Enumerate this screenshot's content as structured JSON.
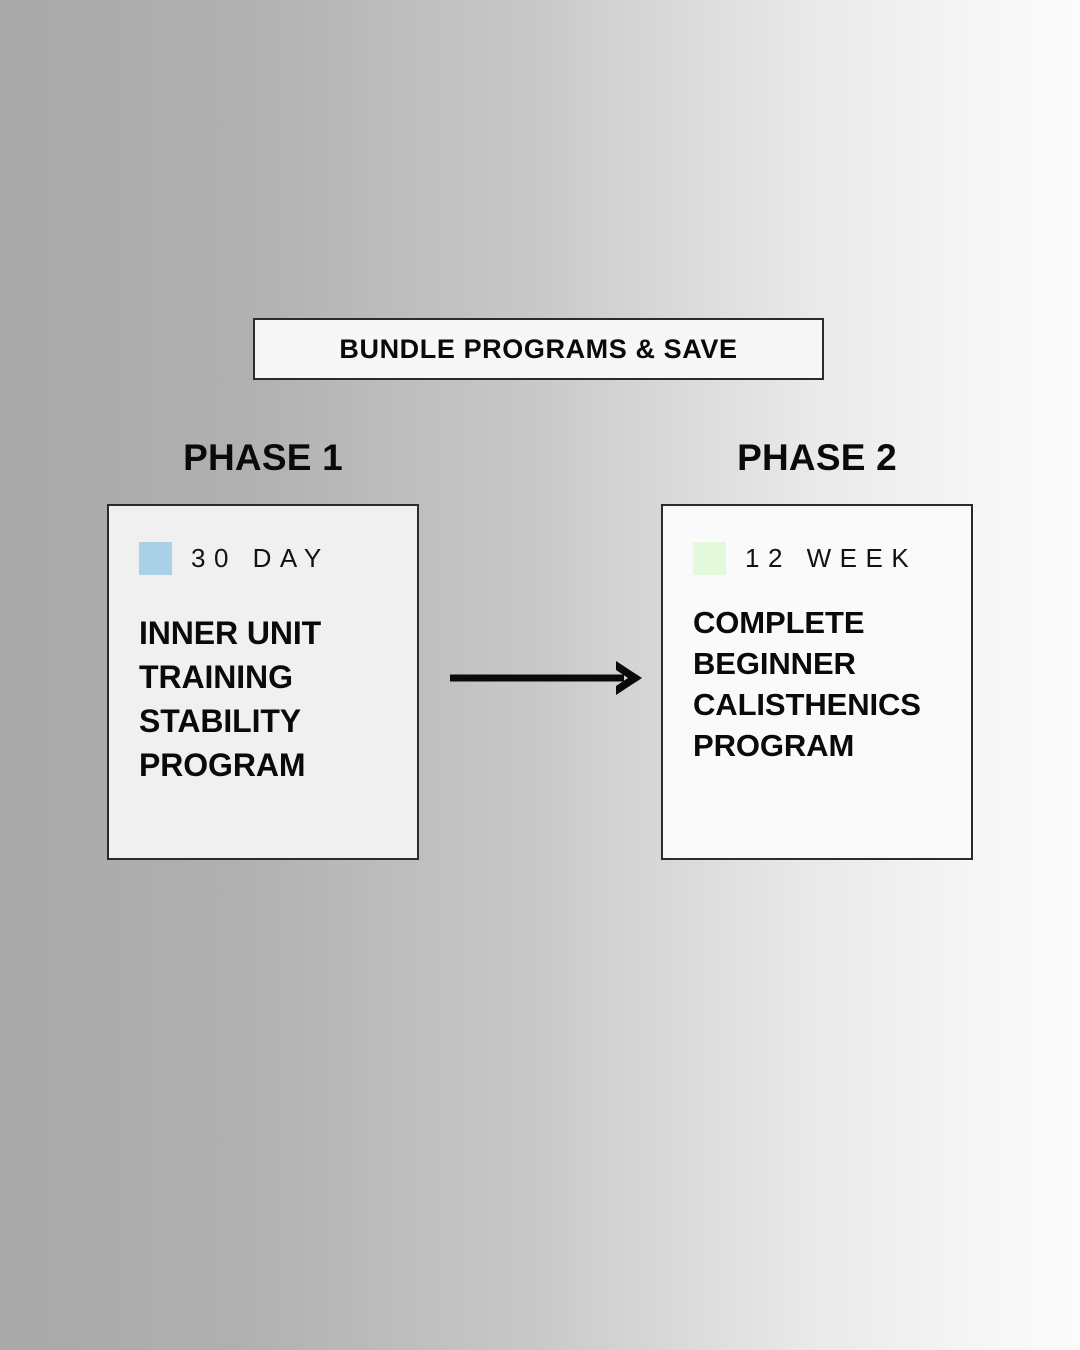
{
  "banner": {
    "label": "BUNDLE PROGRAMS & SAVE"
  },
  "flow": {
    "arrow_icon": "arrow-right-icon",
    "phases": [
      {
        "heading": "PHASE 1",
        "duration": "30 DAY",
        "swatch_color": "#a9d2e8",
        "swatch_icon": "color-swatch-blue",
        "title": "INNER UNIT TRAINING STABILITY PROGRAM",
        "card_background": "#f0f0f0"
      },
      {
        "heading": "PHASE 2",
        "duration": "12 WEEK",
        "swatch_color": "#e4f8dc",
        "swatch_icon": "color-swatch-green",
        "title": "COMPLETE BEGINNER CALISTHENICS PROGRAM",
        "card_background": "#fafafa"
      }
    ]
  },
  "theme": {
    "border_color": "#2b2b2b",
    "text_color": "#0a0a0a",
    "background_left": "#a9a9a9",
    "background_right": "#fbfbfb"
  }
}
